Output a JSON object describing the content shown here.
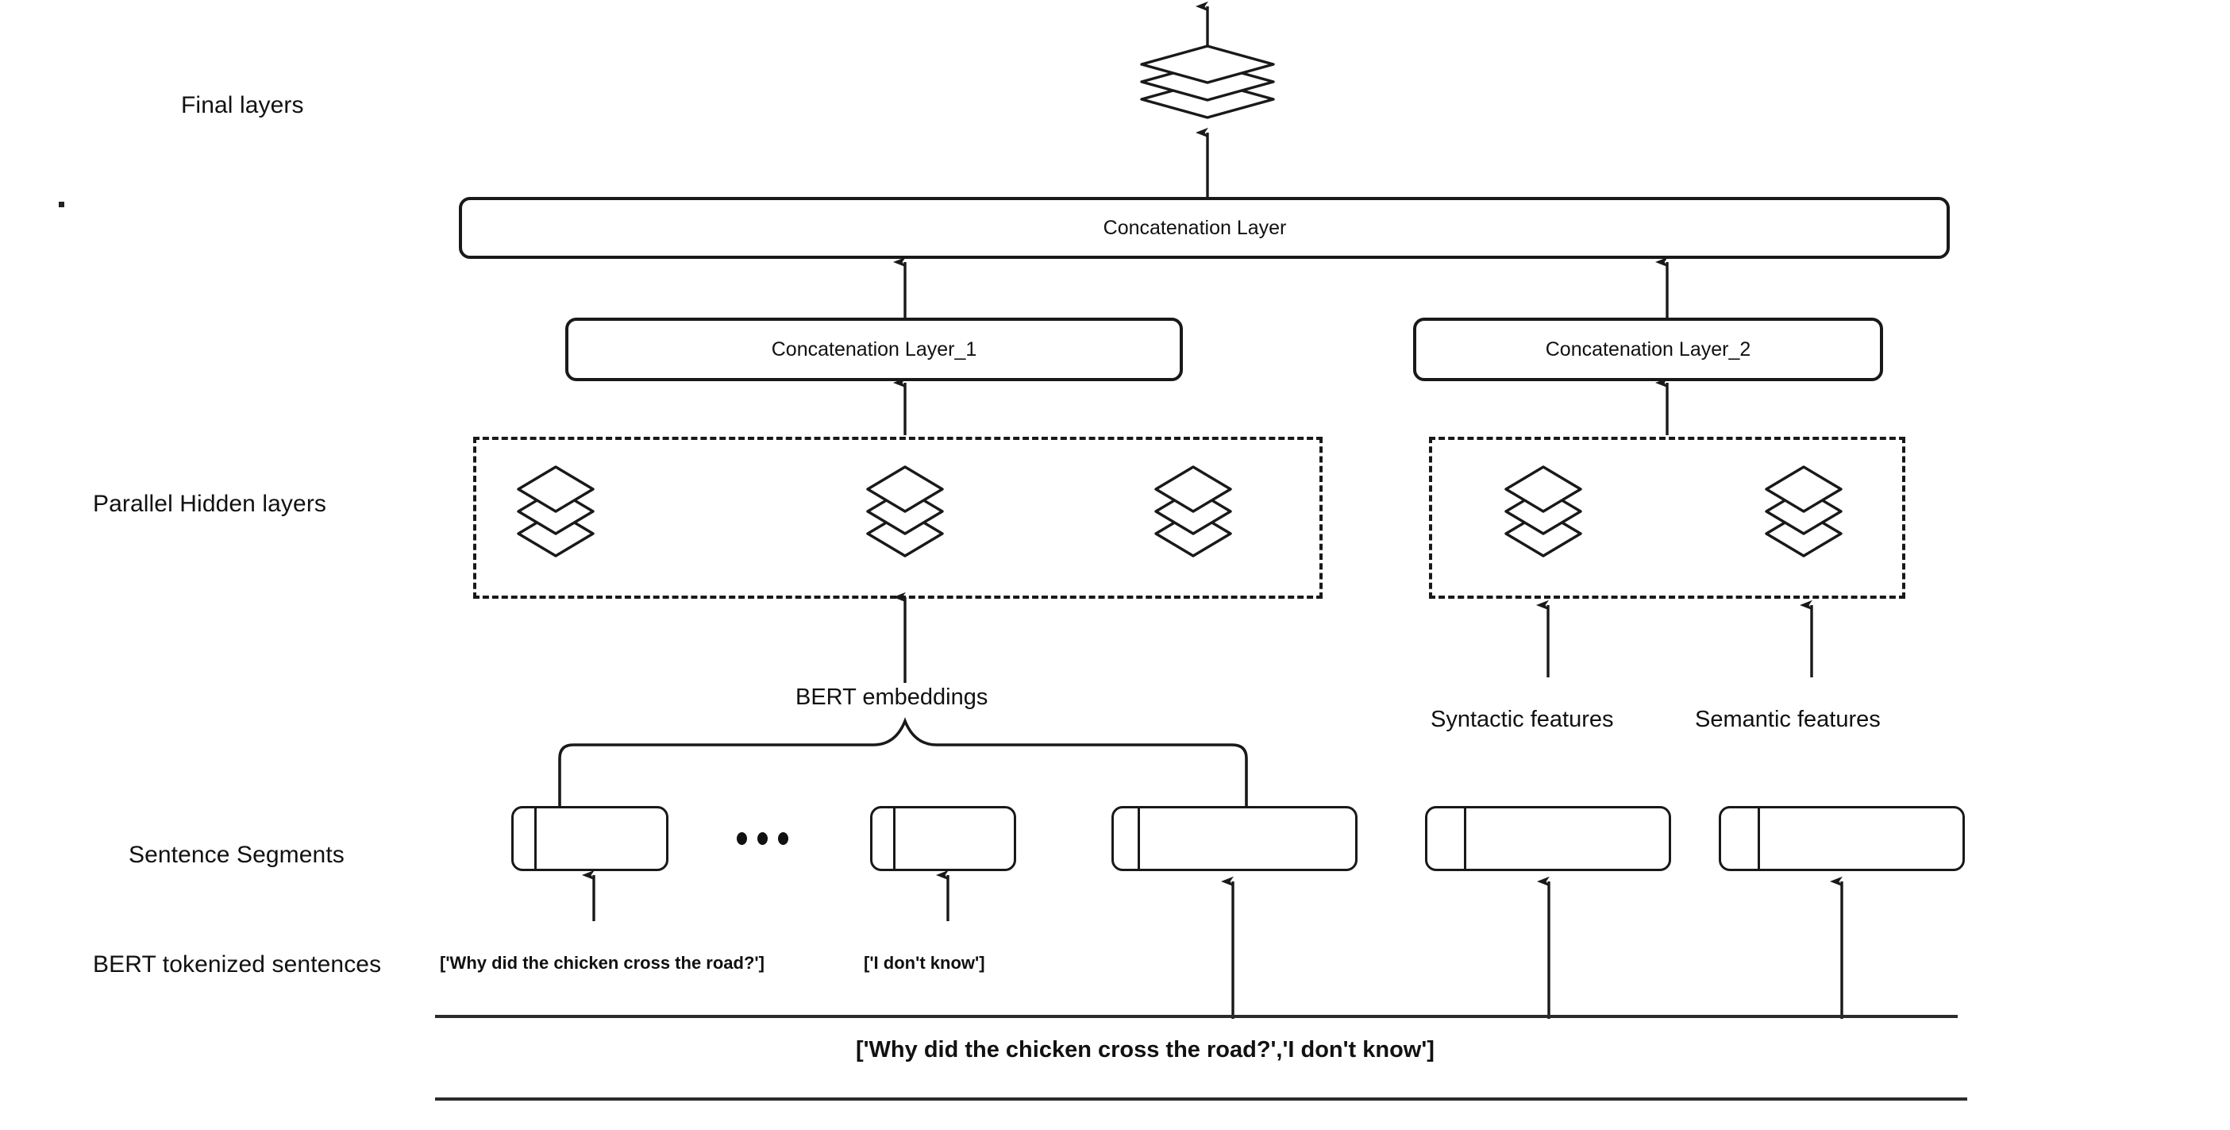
{
  "diagram": {
    "title": "BERT multi-feature parallel hidden layer architecture",
    "accent_color": "#191919",
    "background": "#ffffff"
  },
  "row_labels": [
    {
      "id": "final-layers",
      "text": "Final layers"
    },
    {
      "id": "parallel-hidden-layers",
      "text": "Parallel Hidden layers"
    },
    {
      "id": "sentence-segments",
      "text": "Sentence Segments"
    },
    {
      "id": "bert-tokenized-sentences",
      "text": "BERT tokenized sentences"
    }
  ],
  "nodes": {
    "final_stack_icon": "layers-icon",
    "concatenation_layer": {
      "label": "Concatenation Layer"
    },
    "concatenation_layer_1": {
      "label": "Concatenation Layer_1"
    },
    "concatenation_layer_2": {
      "label": "Concatenation Layer_2"
    },
    "hidden_group_left": {
      "icon_count": 3,
      "icon": "layers-icon"
    },
    "hidden_group_right": {
      "icon_count": 2,
      "icon": "layers-icon"
    }
  },
  "annotations": {
    "bert_embeddings": "BERT embeddings",
    "syntactic_features": "Syntactic  features",
    "semantic_features": "Semantic  features"
  },
  "segments": {
    "count": 5,
    "ellipsis": "•••"
  },
  "tokenized": [
    {
      "id": "token-1",
      "text": "['Why did the chicken cross the road?']"
    },
    {
      "id": "token-2",
      "text": "['I don't know']"
    }
  ],
  "input_sentence": {
    "text": "['Why did the chicken cross the road?','I don't know']"
  }
}
